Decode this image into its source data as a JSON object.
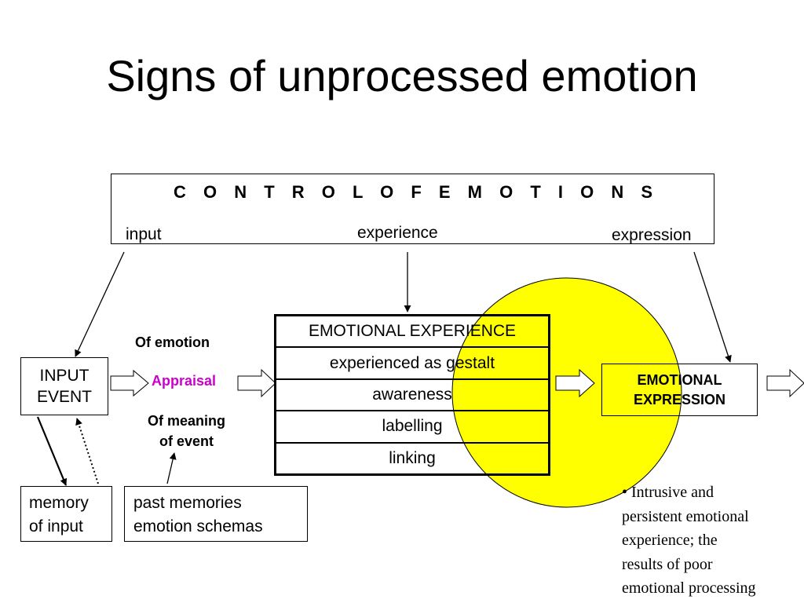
{
  "title": "Signs of unprocessed emotion",
  "control": {
    "title": "C O N T R O L   O F   E M O T I O N S",
    "labels": {
      "input": "input",
      "experience": "experience",
      "expression": "expression"
    }
  },
  "input_event": {
    "line1": "INPUT",
    "line2": "EVENT"
  },
  "appraisal": {
    "label": "Appraisal",
    "of_emotion": "Of emotion",
    "of_meaning_line1": "Of meaning",
    "of_meaning_line2": "of event",
    "color": "#cc00cc"
  },
  "emotional_experience": {
    "rows": [
      "EMOTIONAL EXPERIENCE",
      "experienced as gestalt",
      "awareness",
      "labelling",
      "linking"
    ]
  },
  "emotional_expression": {
    "line1": "EMOTIONAL",
    "line2": "EXPRESSION"
  },
  "memory_of_input": {
    "line1": "memory",
    "line2": "of input"
  },
  "past_memories": {
    "line1": "past memories",
    "line2": "emotion schemas"
  },
  "note": {
    "lines": [
      "• Intrusive and",
      "persistent emotional",
      "experience; the",
      "results of poor",
      "emotional processing"
    ]
  },
  "colors": {
    "highlight_circle": "#ffff00"
  }
}
